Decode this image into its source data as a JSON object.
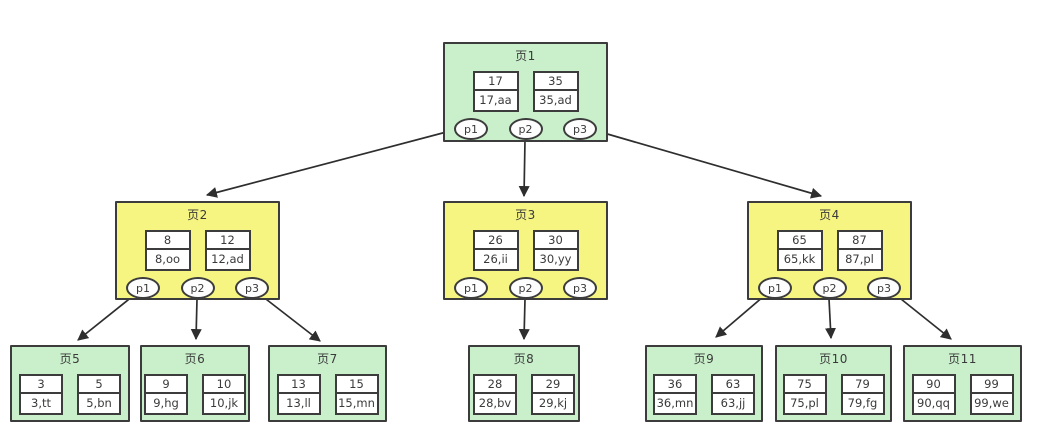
{
  "diagram": {
    "type": "b-tree-index-structure",
    "colors": {
      "node_green": "#c9f0cb",
      "node_yellow": "#f6f582",
      "border": "#3c3c3c",
      "cell_background": "#ffffff",
      "arrow": "#2e2e2e",
      "text": "#3a3a3a",
      "background": "#ffffff"
    },
    "nodes": [
      {
        "title": "页1",
        "cells": [
          {
            "key": "17",
            "value": "17,aa"
          },
          {
            "key": "35",
            "value": "35,ad"
          }
        ],
        "pointers": [
          "p1",
          "p2",
          "p3"
        ]
      },
      {
        "title": "页2",
        "cells": [
          {
            "key": "8",
            "value": "8,oo"
          },
          {
            "key": "12",
            "value": "12,ad"
          }
        ],
        "pointers": [
          "p1",
          "p2",
          "p3"
        ]
      },
      {
        "title": "页3",
        "cells": [
          {
            "key": "26",
            "value": "26,ii"
          },
          {
            "key": "30",
            "value": "30,yy"
          }
        ],
        "pointers": [
          "p1",
          "p2",
          "p3"
        ]
      },
      {
        "title": "页4",
        "cells": [
          {
            "key": "65",
            "value": "65,kk"
          },
          {
            "key": "87",
            "value": "87,pl"
          }
        ],
        "pointers": [
          "p1",
          "p2",
          "p3"
        ]
      },
      {
        "title": "页5",
        "cells": [
          {
            "key": "3",
            "value": "3,tt"
          },
          {
            "key": "5",
            "value": "5,bn"
          }
        ]
      },
      {
        "title": "页6",
        "cells": [
          {
            "key": "9",
            "value": "9,hg"
          },
          {
            "key": "10",
            "value": "10,jk"
          }
        ]
      },
      {
        "title": "页7",
        "cells": [
          {
            "key": "13",
            "value": "13,ll"
          },
          {
            "key": "15",
            "value": "15,mn"
          }
        ]
      },
      {
        "title": "页8",
        "cells": [
          {
            "key": "28",
            "value": "28,bv"
          },
          {
            "key": "29",
            "value": "29,kj"
          }
        ]
      },
      {
        "title": "页9",
        "cells": [
          {
            "key": "36",
            "value": "36,mn"
          },
          {
            "key": "63",
            "value": "63,jj"
          }
        ]
      },
      {
        "title": "页10",
        "cells": [
          {
            "key": "75",
            "value": "75,pl"
          },
          {
            "key": "79",
            "value": "79,fg"
          }
        ]
      },
      {
        "title": "页11",
        "cells": [
          {
            "key": "90",
            "value": "90,qq"
          },
          {
            "key": "99",
            "value": "99,we"
          }
        ]
      }
    ],
    "edges": [
      {
        "from": "页1.p1",
        "to": "页2"
      },
      {
        "from": "页1.p2",
        "to": "页3"
      },
      {
        "from": "页1.p3",
        "to": "页4"
      },
      {
        "from": "页2.p1",
        "to": "页5"
      },
      {
        "from": "页2.p2",
        "to": "页6"
      },
      {
        "from": "页2.p3",
        "to": "页7"
      },
      {
        "from": "页3.p2",
        "to": "页8"
      },
      {
        "from": "页4.p1",
        "to": "页9"
      },
      {
        "from": "页4.p2",
        "to": "页10"
      },
      {
        "from": "页4.p3",
        "to": "页11"
      }
    ]
  }
}
